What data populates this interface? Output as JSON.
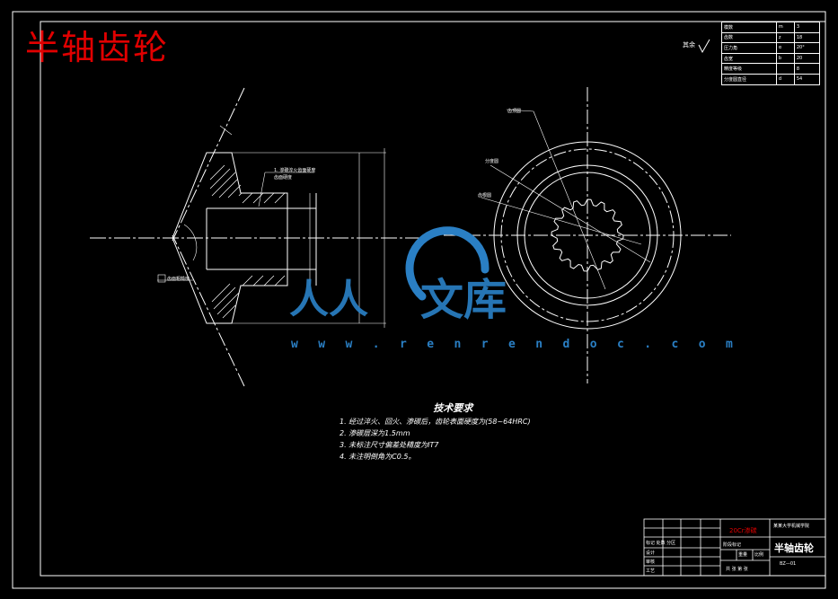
{
  "drawing": {
    "title_red": "半轴齿轮",
    "watermark_url": "w w w . r e n r e n d o c . c o m",
    "roughness_note": "其余",
    "section_notes": [
      "1. 渗碳淬火齿面硬度",
      "齿面硬度"
    ],
    "side_note": "齿面粗糙度",
    "tech_title": "技术要求",
    "tech_items": [
      "1. 经过淬火、回火、渗碳后，齿轮表面硬度为(58~64HRC)",
      "2. 渗碳层深为1.5mm",
      "3. 未标注尺寸偏差处精度为IT7",
      "4. 未注明倒角为C0.5。"
    ],
    "circle_notes": [
      "齿顶圆",
      "分度圆",
      "齿根圆"
    ],
    "params": [
      [
        "模数",
        "m",
        "3"
      ],
      [
        "齿数",
        "z",
        "18"
      ],
      [
        "压力角",
        "α",
        "20°"
      ],
      [
        "齿宽",
        "b",
        "20"
      ],
      [
        "精度等级",
        "",
        "8"
      ],
      [
        "分度圆直径",
        "d",
        "54"
      ]
    ],
    "title_block": {
      "part_name": "半轴齿轮",
      "school": "某某大学机械学院",
      "red_label": "20Cr渗碳",
      "dwg_no": "BZ—01",
      "rows": [
        "标记 处数 分区",
        "设计",
        "审核",
        "工艺"
      ],
      "cols": [
        "阶段标记",
        "重量",
        "比例"
      ],
      "footer": "共 张 第 张"
    }
  }
}
